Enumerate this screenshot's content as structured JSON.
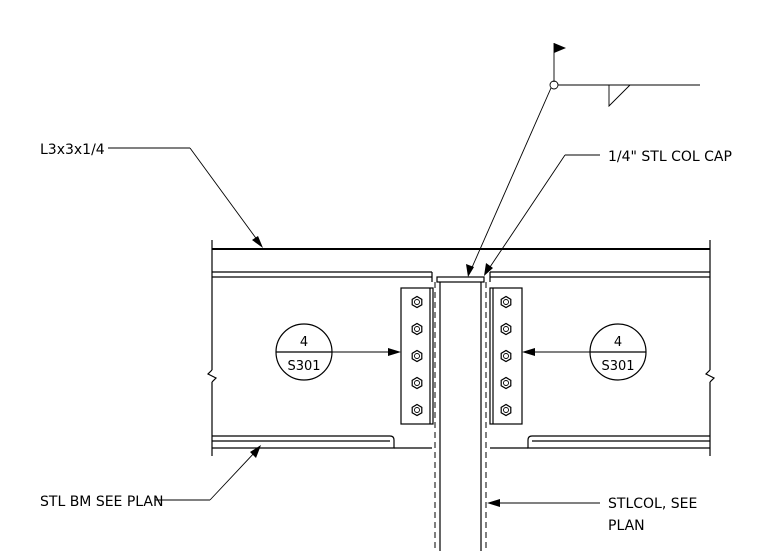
{
  "labels": {
    "angle": "L3x3x1/4",
    "col_cap": "1/4\" STL COL CAP",
    "beam": "STL BM SEE PLAN",
    "column_line1": "STLCOL, SEE",
    "column_line2": "PLAN"
  },
  "section_refs": [
    {
      "number": "4",
      "sheet": "S301"
    },
    {
      "number": "4",
      "sheet": "S301"
    }
  ]
}
